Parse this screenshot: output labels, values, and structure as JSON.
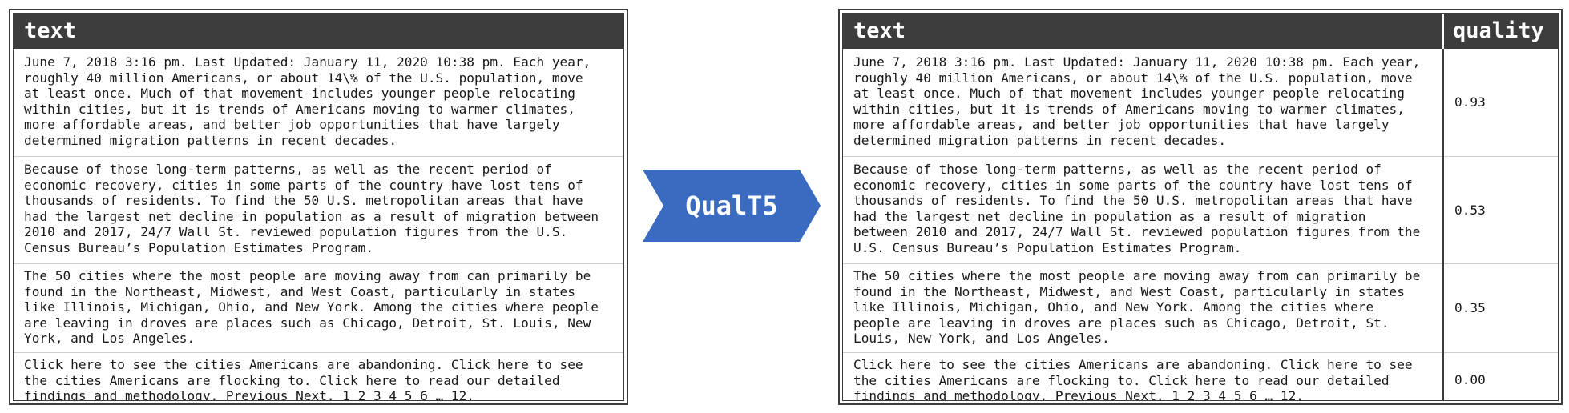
{
  "input_table": {
    "header": "text",
    "rows": [
      "June 7, 2018 3:16 pm. Last Updated: January 11, 2020 10:38 pm. Each year,\nroughly 40 million Americans, or about 14\\% of the U.S. population, move\nat least once. Much of that movement includes younger people relocating\nwithin cities, but it is trends of Americans moving to warmer climates,\nmore affordable areas, and better job opportunities that have largely\ndetermined migration patterns in recent decades.",
      "Because of those long-term patterns, as well as the recent period of\neconomic recovery, cities in some parts of the country have lost tens of\nthousands of residents. To find the 50 U.S. metropolitan areas that have\nhad the largest net decline in population as a result of migration between\n2010 and 2017, 24/7 Wall St. reviewed population figures from the U.S.\nCensus Bureau’s Population Estimates Program.",
      "The 50 cities where the most people are moving away from can primarily be\nfound in the Northeast, Midwest, and West Coast, particularly in states\nlike Illinois, Michigan, Ohio, and New York. Among the cities where people\nare leaving in droves are places such as Chicago, Detroit, St. Louis, New\nYork, and Los Angeles.",
      "Click here to see the cities Americans are abandoning. Click here to see\nthe cities Americans are flocking to. Click here to read our detailed\nfindings and methodology. Previous Next. 1 2 3 4 5 6 … 12."
    ]
  },
  "model": {
    "label": "QualT5",
    "color": "#3a6bc0"
  },
  "output_table": {
    "headers": [
      "text",
      "quality"
    ],
    "rows": [
      {
        "text": "June 7, 2018 3:16 pm. Last Updated: January 11, 2020 10:38 pm. Each year,\nroughly 40 million Americans, or about 14\\% of the U.S. population, move\nat least once. Much of that movement includes younger people relocating\nwithin cities, but it is trends of Americans moving to warmer climates,\nmore affordable areas, and better job opportunities that have largely\ndetermined migration patterns in recent decades.",
        "quality": "0.93"
      },
      {
        "text": "Because of those long-term patterns, as well as the recent period of\neconomic recovery, cities in some parts of the country have lost tens of\nthousands of residents. To find the 50 U.S. metropolitan areas that have\nhad the largest net decline in population as a result of migration\nbetween 2010 and 2017, 24/7 Wall St. reviewed population figures from the\nU.S. Census Bureau’s Population Estimates Program.",
        "quality": "0.53"
      },
      {
        "text": "The 50 cities where the most people are moving away from can primarily be\nfound in the Northeast, Midwest, and West Coast, particularly in states\nlike Illinois, Michigan, Ohio, and New York. Among the cities where\npeople are leaving in droves are places such as Chicago, Detroit, St.\nLouis, New York, and Los Angeles.",
        "quality": "0.35"
      },
      {
        "text": "Click here to see the cities Americans are abandoning. Click here to see\nthe cities Americans are flocking to. Click here to read our detailed\nfindings and methodology. Previous Next. 1 2 3 4 5 6 … 12.",
        "quality": "0.00"
      }
    ]
  }
}
